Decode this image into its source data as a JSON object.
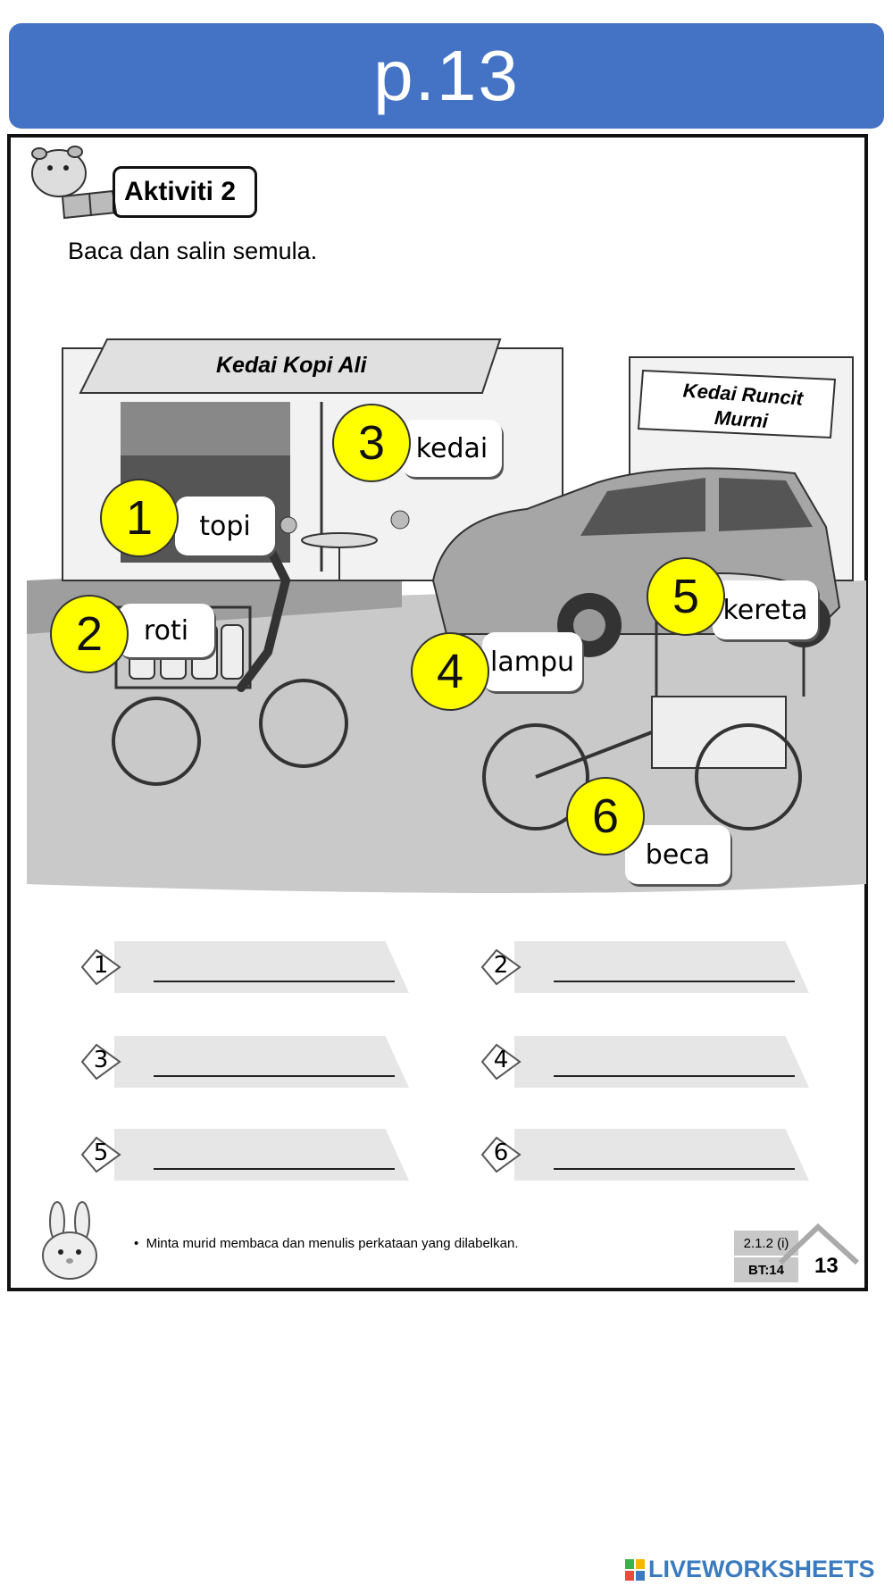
{
  "header": {
    "title": "p.13"
  },
  "activity": {
    "tag": "Aktiviti 2",
    "instruction": "Baca dan salin semula."
  },
  "scene": {
    "shop_sign_1": "Kedai Kopi Ali",
    "shop_sign_2": "Kedai Runcit Murni",
    "labels": [
      {
        "num": "1",
        "word": "topi"
      },
      {
        "num": "2",
        "word": "roti"
      },
      {
        "num": "3",
        "word": "kedai"
      },
      {
        "num": "4",
        "word": "lampu"
      },
      {
        "num": "5",
        "word": "kereta"
      },
      {
        "num": "6",
        "word": "beca"
      }
    ]
  },
  "answers": [
    {
      "num": "1"
    },
    {
      "num": "2"
    },
    {
      "num": "3"
    },
    {
      "num": "4"
    },
    {
      "num": "5"
    },
    {
      "num": "6"
    }
  ],
  "footer": {
    "note": "Minta murid membaca dan menulis perkataan yang dilabelkan.",
    "code_1": "2.1.2 (i)",
    "code_2": "BT:14",
    "page": "13"
  },
  "brand": "LIVEWORKSHEETS",
  "colors": {
    "header": "#4472c4",
    "circle": "#ffff00"
  }
}
